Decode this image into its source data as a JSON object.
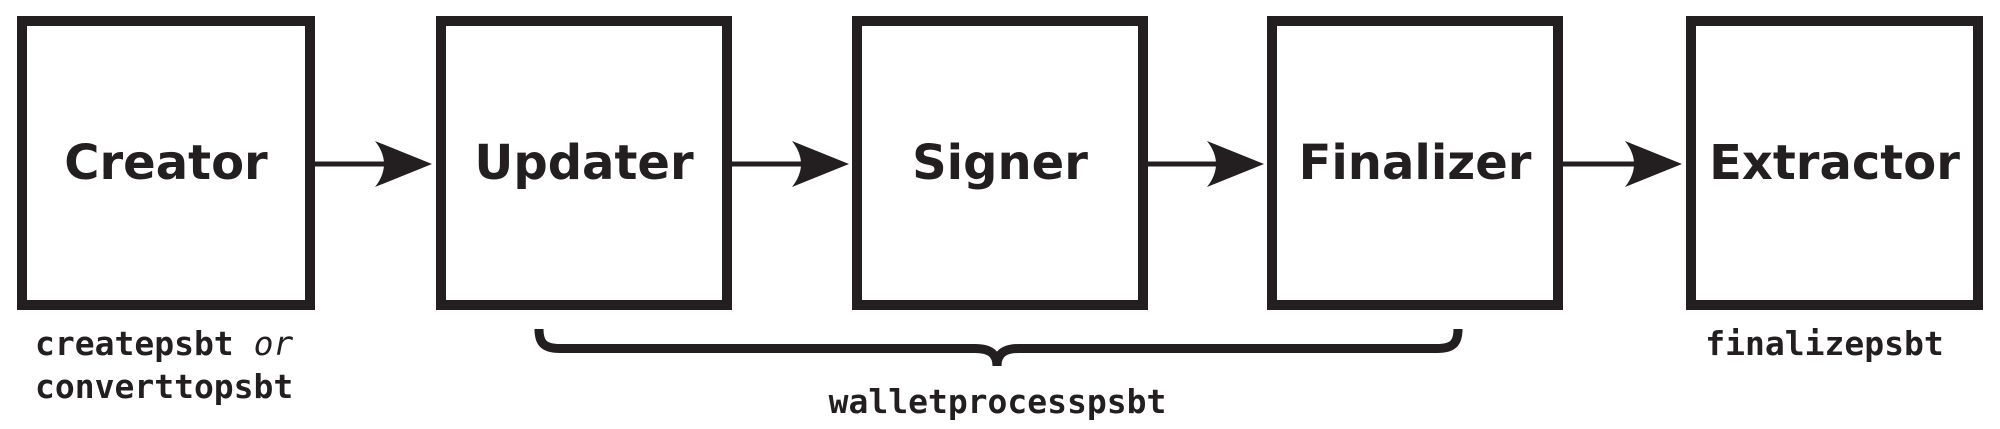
{
  "diagram": {
    "boxes": [
      {
        "label": "Creator"
      },
      {
        "label": "Updater"
      },
      {
        "label": "Signer"
      },
      {
        "label": "Finalizer"
      },
      {
        "label": "Extractor"
      }
    ],
    "captions": {
      "creator_line1_code": "createpsbt",
      "creator_conjunction": "or",
      "creator_line2_code": "converttopsbt",
      "brace_label": "walletprocesspsbt",
      "extractor_label": "finalizepsbt"
    },
    "colors": {
      "ink": "#231f20",
      "background": "#ffffff"
    }
  }
}
